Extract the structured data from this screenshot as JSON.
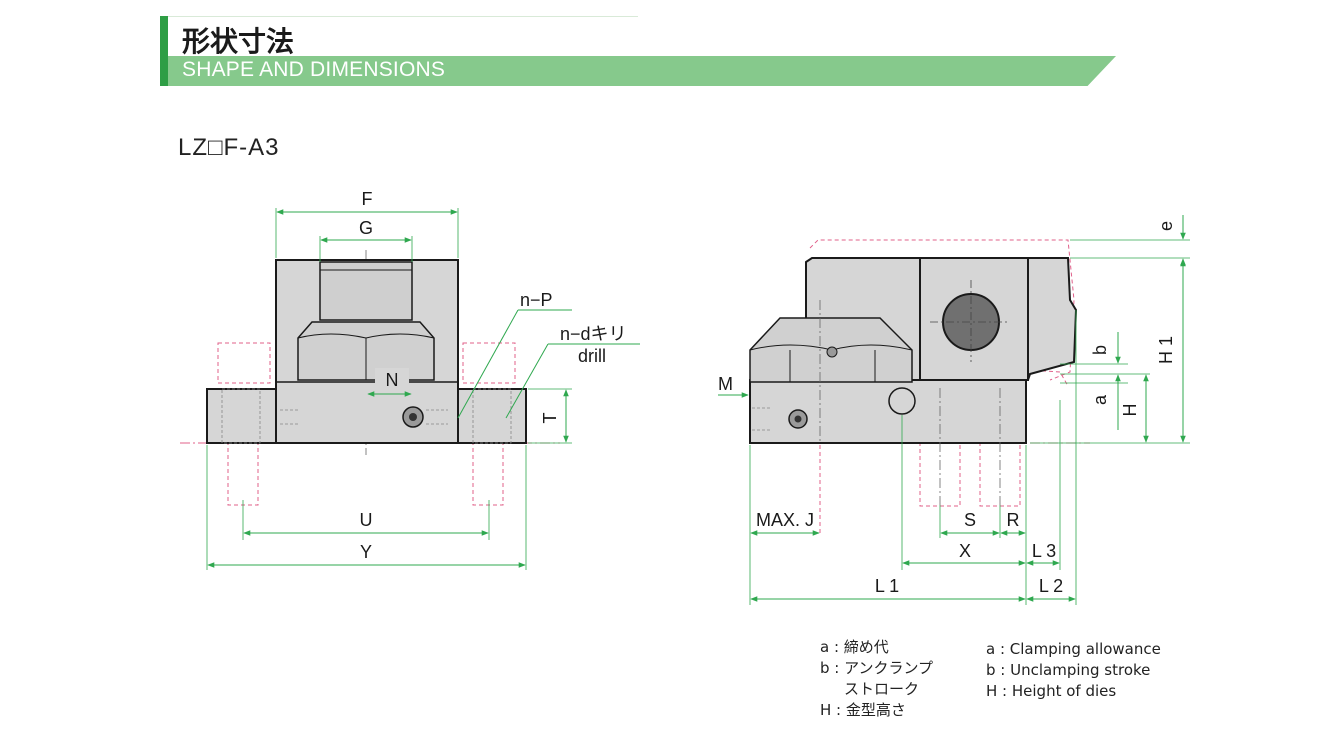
{
  "header": {
    "title_jp": "形状寸法",
    "title_en": "SHAPE AND DIMENSIONS",
    "accent_color": "#2e9e45",
    "band_color": "#86c98c"
  },
  "model_label": "LZ□F-A3",
  "front_view": {
    "labels": {
      "F": "F",
      "G": "G",
      "N": "N",
      "T": "T",
      "U": "U",
      "Y": "Y",
      "nP": "n−P",
      "nd_jp": "n−dキリ",
      "nd_en": "drill"
    }
  },
  "side_view": {
    "labels": {
      "M": "M",
      "e": "e",
      "H1": "H 1",
      "b": "b",
      "a": "a",
      "H": "H",
      "maxJ": "MAX. J",
      "S": "S",
      "R": "R",
      "X": "X",
      "L3": "L 3",
      "L1": "L 1",
      "L2": "L 2"
    }
  },
  "legend": {
    "jp": [
      "a : 締め代",
      "b : アンクランプ",
      "ストローク",
      "H : 金型高さ"
    ],
    "en": [
      "a : Clamping allowance",
      "b : Unclamping stroke",
      "H : Height of dies"
    ]
  },
  "colors": {
    "dimension": "#2fa84f",
    "hidden": "#e0608a",
    "body_fill": "#d6d6d6",
    "outline": "#1a1a1a"
  }
}
